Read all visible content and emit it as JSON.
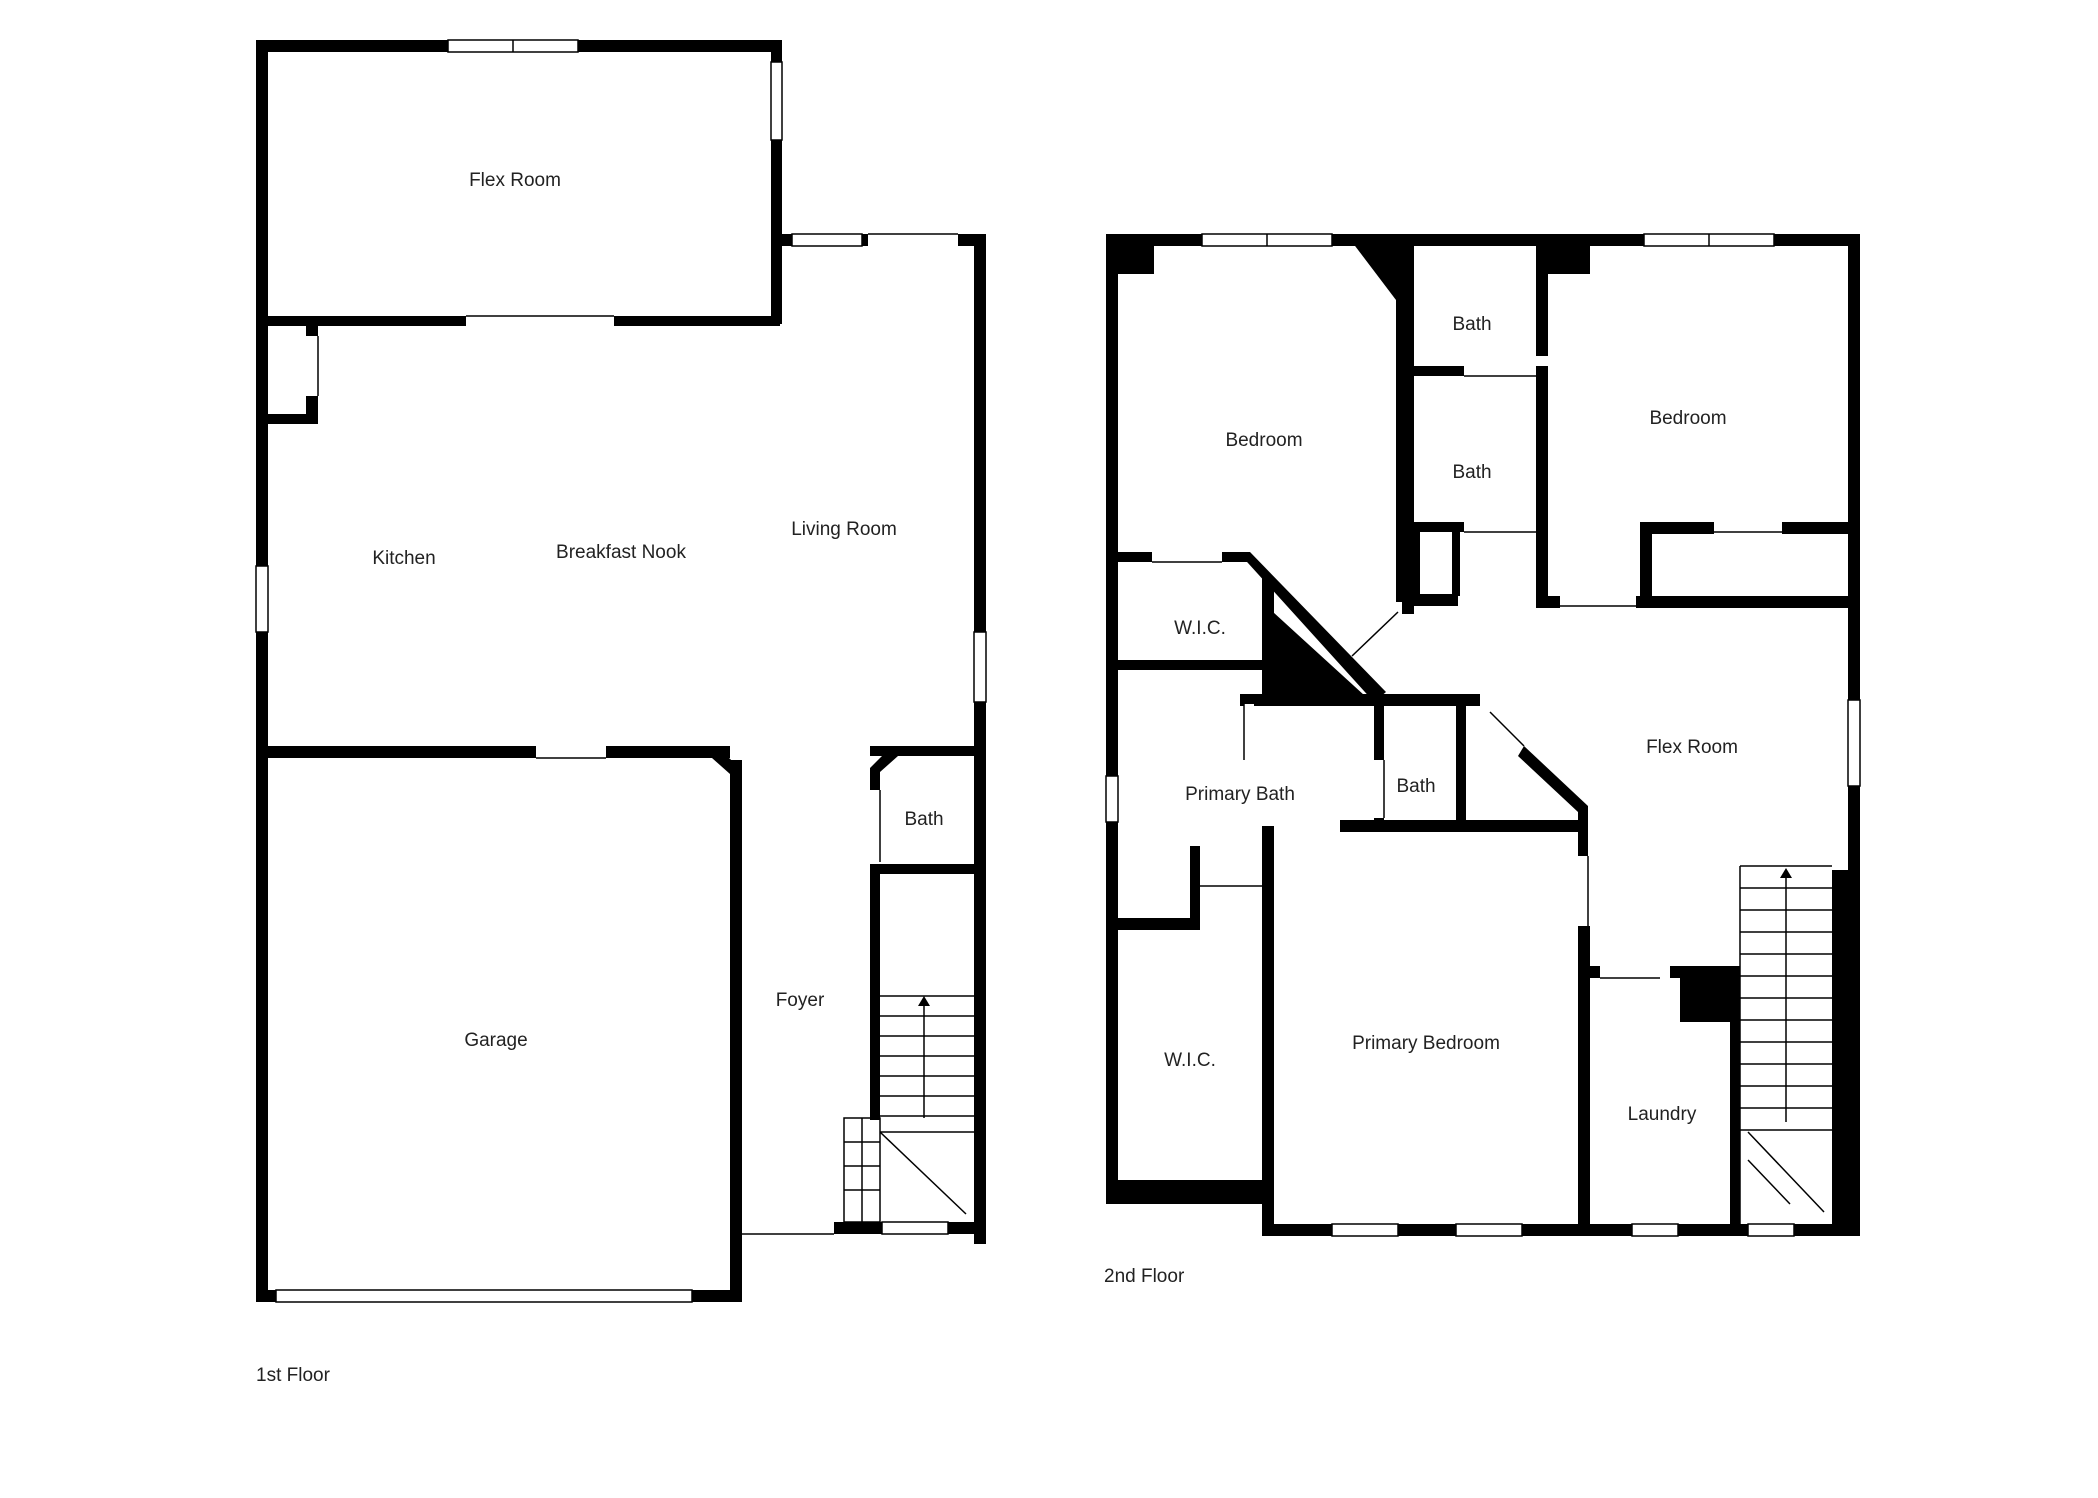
{
  "floors": [
    {
      "label": "1st Floor",
      "rooms": [
        "Flex Room",
        "Kitchen",
        "Breakfast Nook",
        "Living Room",
        "Bath",
        "Garage",
        "Foyer"
      ]
    },
    {
      "label": "2nd Floor",
      "rooms": [
        "Bedroom",
        "Bath",
        "Bath",
        "Bedroom",
        "W.I.C.",
        "Flex Room",
        "Primary Bath",
        "Bath",
        "W.I.C.",
        "Primary Bedroom",
        "Laundry"
      ]
    }
  ],
  "colors": {
    "wall": "#000000",
    "background": "#ffffff"
  }
}
